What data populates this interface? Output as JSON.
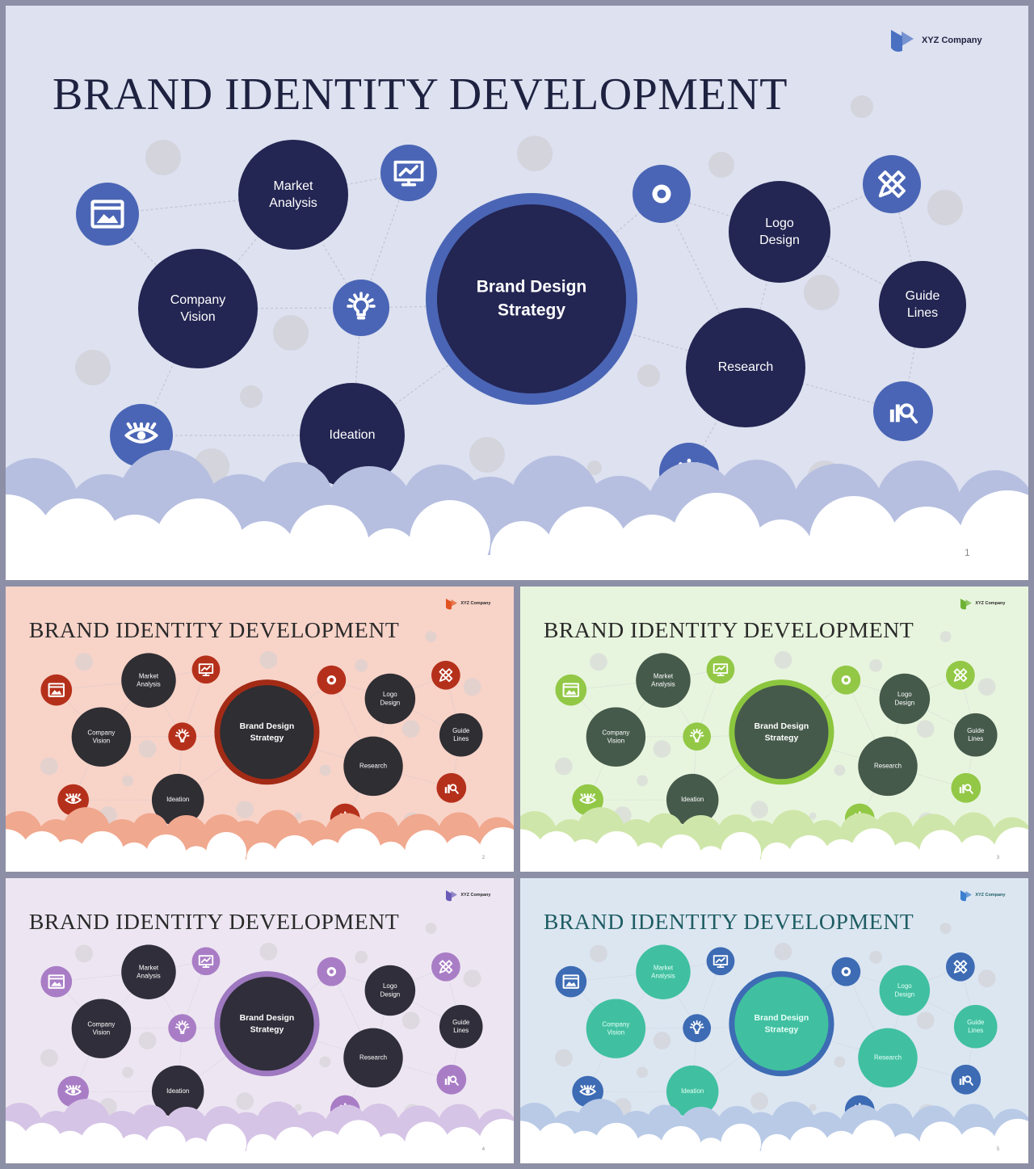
{
  "slides": [
    {
      "title": "BRAND IDENTITY DEVELOPMENT",
      "company": "XYZ Company",
      "page_number": "1",
      "colors": {
        "background": "#dde1f0",
        "title": "#1e2240",
        "dark": "#232552",
        "accent": "#4a65b5",
        "ring": "#4a65b5",
        "cloud": "#b6bfe0",
        "bubble": "#cfcfd6",
        "logo": "#4a70c2",
        "node_text": "#ffffff"
      }
    },
    {
      "title": "BRAND IDENTITY DEVELOPMENT",
      "company": "XYZ Company",
      "page_number": "2",
      "colors": {
        "background": "#f8d3c8",
        "title": "#2a2a2a",
        "dark": "#2e2e33",
        "accent": "#b5301b",
        "ring": "#a32b16",
        "cloud": "#f0a88e",
        "bubble": "#dcd0d0",
        "logo": "#e0521f",
        "node_text": "#ffffff"
      }
    },
    {
      "title": "BRAND IDENTITY DEVELOPMENT",
      "company": "XYZ Company",
      "page_number": "3",
      "colors": {
        "background": "#e8f5de",
        "title": "#2a2a2a",
        "dark": "#455a4b",
        "accent": "#92c846",
        "ring": "#8cc63f",
        "cloud": "#cfe6aa",
        "bubble": "#d8dbd8",
        "logo": "#6fb236",
        "node_text": "#ffffff"
      }
    },
    {
      "title": "BRAND IDENTITY DEVELOPMENT",
      "company": "XYZ Company",
      "page_number": "4",
      "colors": {
        "background": "#ede6f2",
        "title": "#2a2a2a",
        "dark": "#2f2e3a",
        "accent": "#a97dc6",
        "ring": "#9e78c0",
        "cloud": "#d6c4e6",
        "bubble": "#d8d4da",
        "logo": "#6a5ab8",
        "node_text": "#ffffff"
      }
    },
    {
      "title": "BRAND IDENTITY DEVELOPMENT",
      "company": "XYZ Company",
      "page_number": "5",
      "colors": {
        "background": "#dce6f1",
        "title": "#1e5d63",
        "dark": "#40c0a0",
        "accent": "#3d6bb4",
        "ring": "#3d6bb4",
        "cloud": "#b8cae6",
        "bubble": "#d3d3d8",
        "logo": "#3a7fd0",
        "node_text": "#e8fff9"
      }
    }
  ],
  "diagram": {
    "center": {
      "line1": "Brand Design",
      "line2": "Strategy"
    },
    "nodes": [
      {
        "id": "market",
        "line1": "Market",
        "line2": "Analysis"
      },
      {
        "id": "company",
        "line1": "Company",
        "line2": "Vision"
      },
      {
        "id": "ideation",
        "line1": "Ideation",
        "line2": ""
      },
      {
        "id": "logo",
        "line1": "Logo",
        "line2": "Design"
      },
      {
        "id": "guide",
        "line1": "Guide",
        "line2": "Lines"
      },
      {
        "id": "research",
        "line1": "Research",
        "line2": ""
      }
    ],
    "icons": [
      "image-icon",
      "monitor-chart-icon",
      "lightbulb-icon",
      "eye-icon",
      "target-icon",
      "pencil-ruler-icon",
      "chart-search-icon",
      "network-icon"
    ]
  }
}
